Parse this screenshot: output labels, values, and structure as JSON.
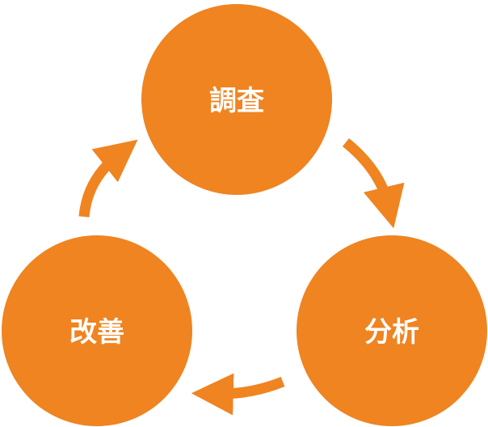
{
  "diagram": {
    "colors": {
      "node_fill": "#EF8421",
      "arrow": "#EF8421",
      "label": "#FFFFFF"
    },
    "nodes": [
      {
        "id": "survey",
        "label": "調査"
      },
      {
        "id": "analysis",
        "label": "分析"
      },
      {
        "id": "improvement",
        "label": "改善"
      }
    ],
    "arrows": [
      {
        "from": "survey",
        "to": "analysis"
      },
      {
        "from": "analysis",
        "to": "improvement"
      },
      {
        "from": "improvement",
        "to": "survey"
      }
    ]
  }
}
